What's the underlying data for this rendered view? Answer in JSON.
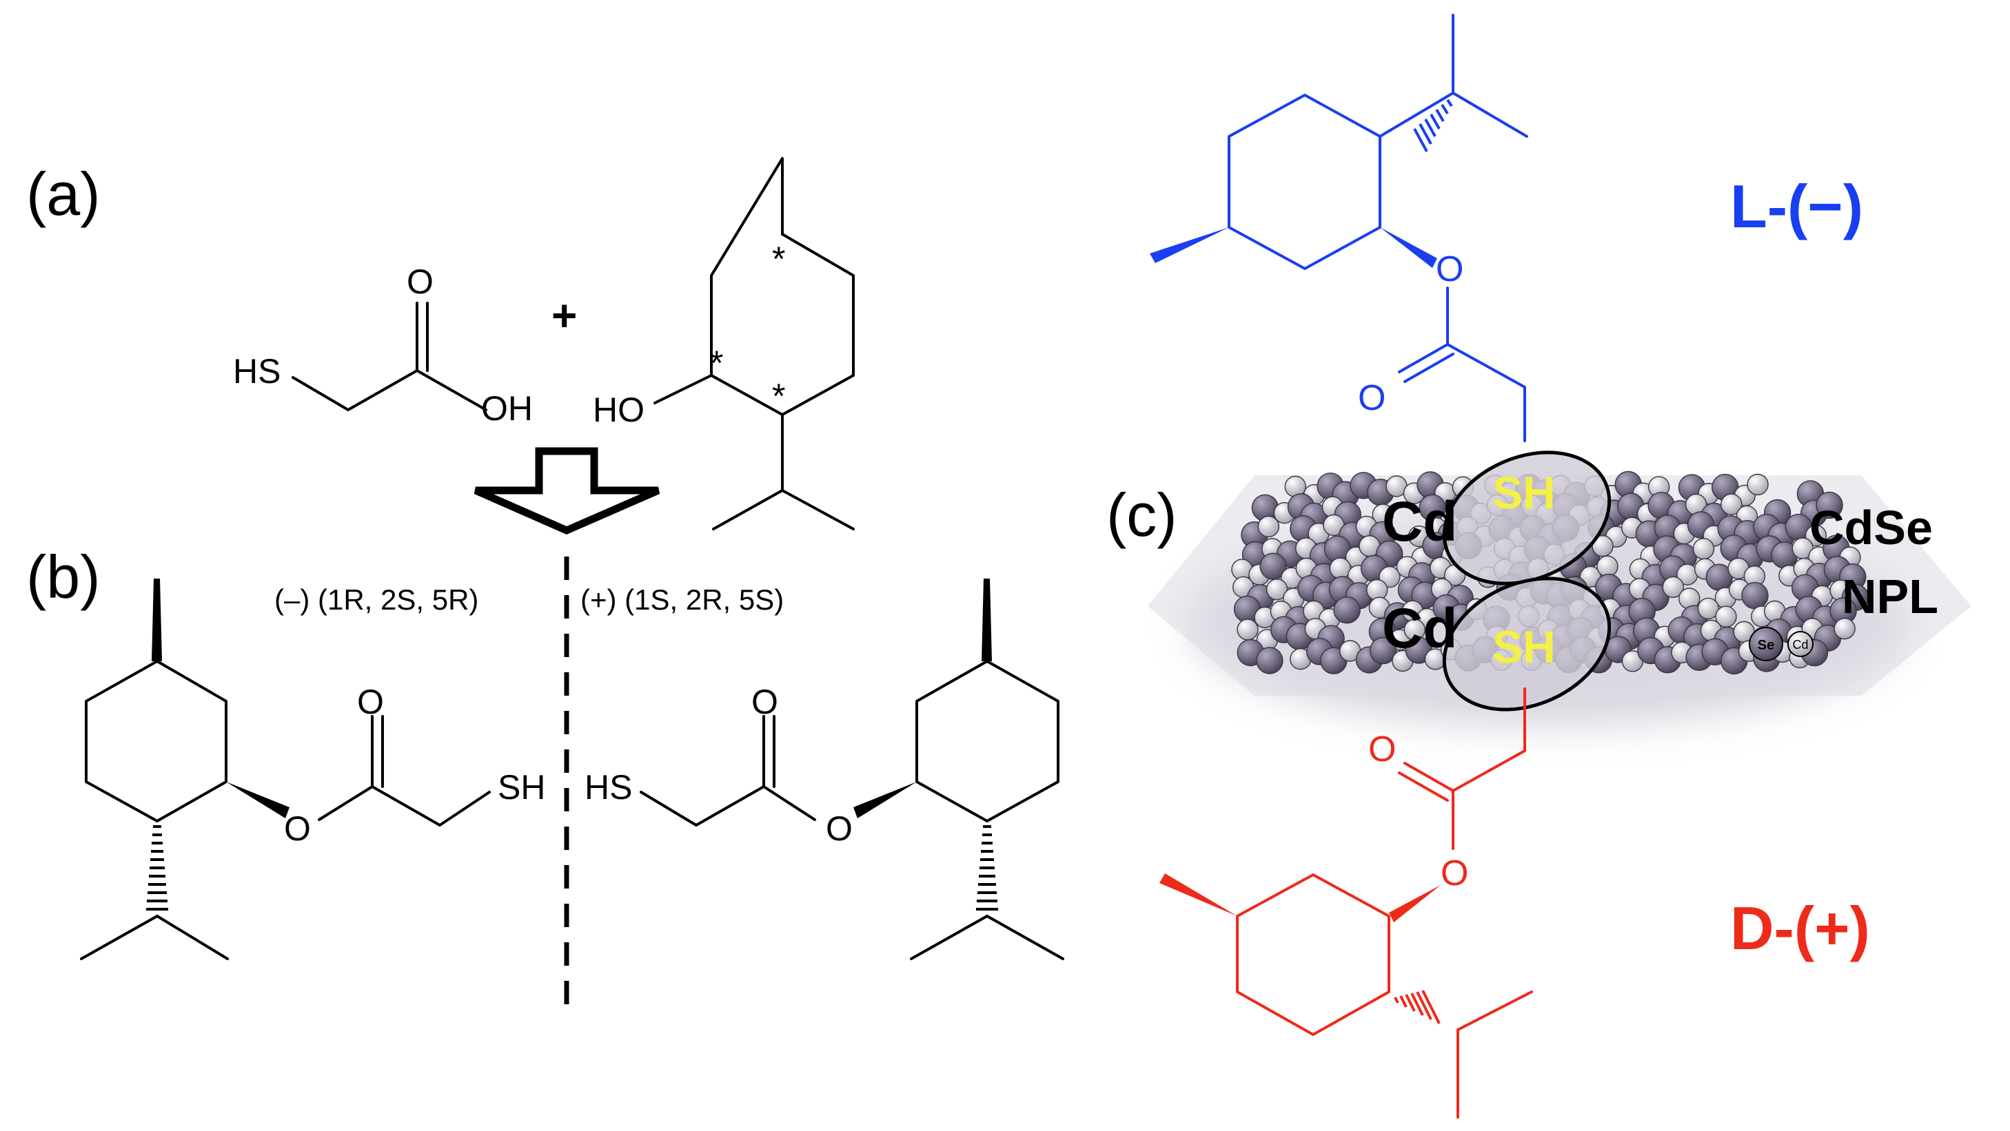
{
  "panels": {
    "a": "(a)",
    "b": "(b)",
    "c": "(c)"
  },
  "reaction": {
    "plus": "+"
  },
  "atoms": {
    "hs": "HS",
    "sh": "SH",
    "o": "O",
    "oh": "OH",
    "ho": "HO",
    "star": "*"
  },
  "stereo": {
    "minus": "(–) (1R, 2S, 5R)",
    "plus": "(+) (1S, 2R, 5S)"
  },
  "npl": {
    "cd_label": "Cd",
    "sh_label": "SH",
    "title_line1": "CdSe",
    "title_line2": "NPL",
    "legend_se": "Se",
    "legend_cd": "Cd"
  },
  "enantiomers": {
    "l": "L-(−)",
    "d": "D-(+)"
  },
  "colors": {
    "blue": "#1a3ff0",
    "red": "#ee2a1a",
    "sh_yellow": "#f4f046",
    "selenium": "#6b6478",
    "cadmium": "#d6d3de"
  }
}
